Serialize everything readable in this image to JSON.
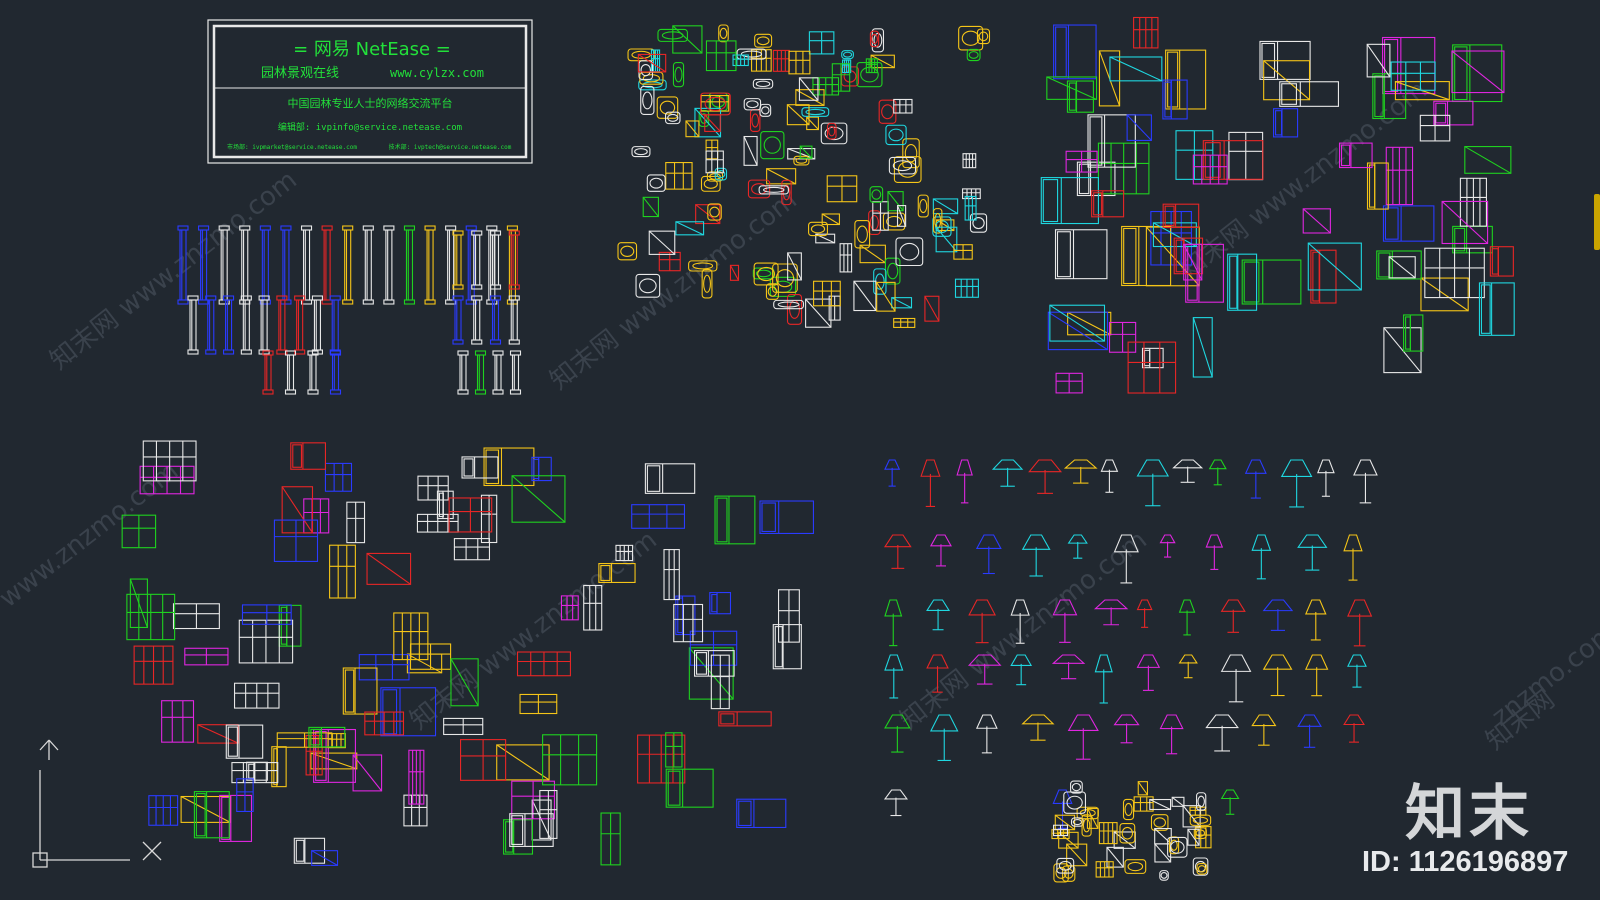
{
  "title_block": {
    "brand": "= 网易 NetEase =",
    "site_name": "园林景观在线",
    "site_url": "www.cylzx.com",
    "slogan": "中国园林专业人士的网络交流平台",
    "editor": "编辑部: ivpinfo@service.netease.com",
    "market": "市场部: ivpmarket@service.netease.com",
    "tech": "技术部: ivptech@service.netease.com"
  },
  "watermarks": [
    "知末网 www.znzmo.com",
    "www.znzmo.com",
    "知末网 www.znzmo.com",
    "znzmo.com",
    "知末网 www.znzmo.com",
    "知末网 www.znzmo.com",
    "知末网 www.znzmo.com",
    "知末网"
  ],
  "brand_logo": "知末",
  "asset_id": "ID: 1126196897",
  "ucs": {
    "x_label": "X",
    "y_label": "Y"
  },
  "colors": {
    "background": "#212830",
    "white": "#e8e8e8",
    "yellow": "#f5c518",
    "cyan": "#1fd7e0",
    "green": "#1fd21f",
    "blue": "#2a3bff",
    "red": "#e82626",
    "magenta": "#e026e0",
    "title_green": "#22e03a"
  }
}
